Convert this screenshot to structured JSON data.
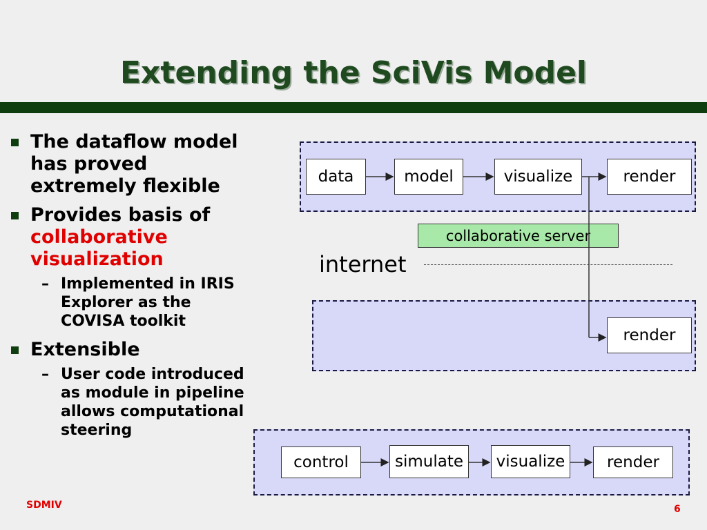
{
  "slide": {
    "title": "Extending the SciVis Model",
    "page_number": "6",
    "footer": "SDMIV"
  },
  "bullets": {
    "item1": "The dataflow model has proved extremely flexible",
    "item2_prefix": "Provides basis of",
    "item2_highlight": "collaborative visualization",
    "item2_sub": "Implemented in IRIS Explorer as the COVISA toolkit",
    "item3": "Extensible",
    "item3_sub": "User code introduced as module in pipeline allows computational steering"
  },
  "diagram1": {
    "top": [
      "data",
      "model",
      "visualize",
      "render"
    ],
    "server": "collaborative server",
    "network": "internet",
    "bottom_render": "render"
  },
  "diagram2": {
    "boxes": [
      "control",
      "simulate",
      "visualize",
      "render"
    ]
  },
  "colors": {
    "title": "#1f4a1f",
    "bar": "#0f3d0f",
    "accent": "#e00000",
    "zone": "#d8d8f8",
    "server": "#a8e8a8"
  }
}
